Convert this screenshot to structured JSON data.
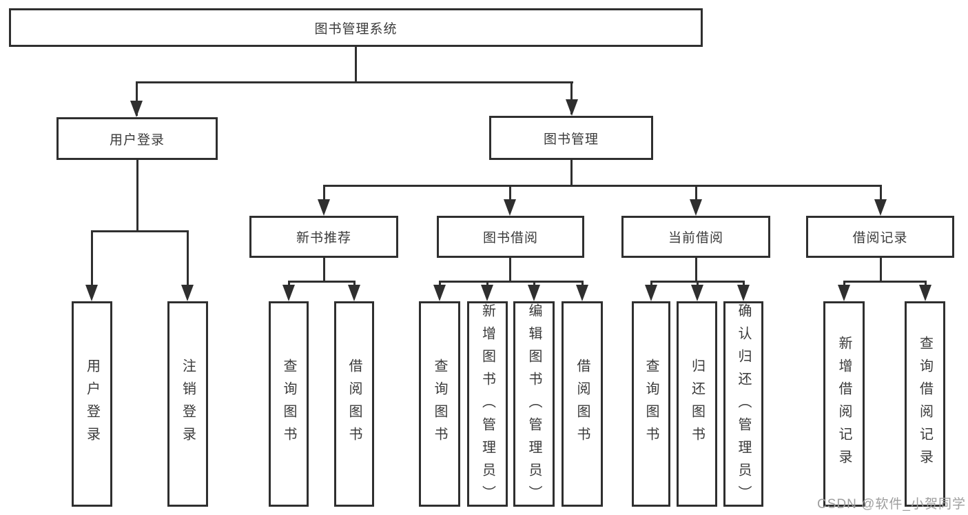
{
  "diagram": {
    "root": {
      "label": "图书管理系统"
    },
    "branches": {
      "user_login": {
        "label": "用户登录",
        "leaves": {
          "login": {
            "label": "用户登录"
          },
          "logout": {
            "label": "注销登录"
          }
        }
      },
      "book_mgmt": {
        "label": "图书管理",
        "groups": {
          "new_book_rec": {
            "label": "新书推荐",
            "leaves": {
              "query_books": {
                "label": "查询图书"
              },
              "borrow_books": {
                "label": "借阅图书"
              }
            }
          },
          "book_borrow": {
            "label": "图书借阅",
            "leaves": {
              "query_books": {
                "label": "查询图书"
              },
              "add_books": {
                "label": "新增图书（管理员）"
              },
              "edit_books": {
                "label": "编辑图书（管理员）"
              },
              "borrow_books": {
                "label": "借阅图书"
              }
            }
          },
          "current_borrow": {
            "label": "当前借阅",
            "leaves": {
              "query_books": {
                "label": "查询图书"
              },
              "return_books": {
                "label": "归还图书"
              },
              "confirm_return": {
                "label": "确认归还（管理员）"
              }
            }
          },
          "borrow_records": {
            "label": "借阅记录",
            "leaves": {
              "add_record": {
                "label": "新增借阅记录"
              },
              "query_record": {
                "label": "查询借阅记录"
              }
            }
          }
        }
      }
    }
  },
  "watermark": {
    "text": "CSDN @软件_小贺同学"
  },
  "colors": {
    "line": "#2f2f2f",
    "text": "#3a3a3a",
    "watermark": "#9e9e9e",
    "background": "#ffffff"
  }
}
